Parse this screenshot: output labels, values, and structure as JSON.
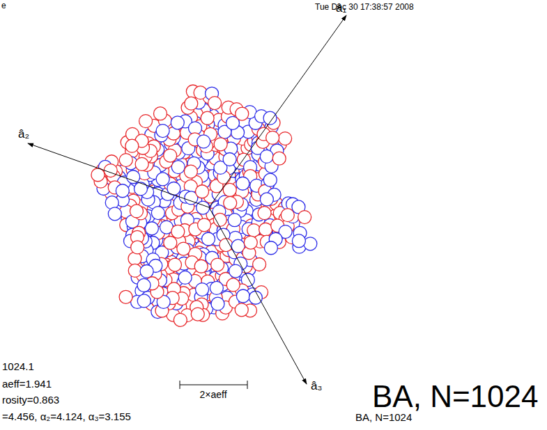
{
  "diagram": {
    "labels": [
      "e",
      "Tue Dec 30 17:38:57 2008",
      "â₁",
      "â₂",
      "â₃",
      "BA, N=1024",
      "1024.1",
      "aeff=1.941",
      "2×aeff",
      "rosity=0.863",
      "=4.456, α₂=4.124, α₃=3.155",
      "BA, N=1024"
    ]
  }
}
